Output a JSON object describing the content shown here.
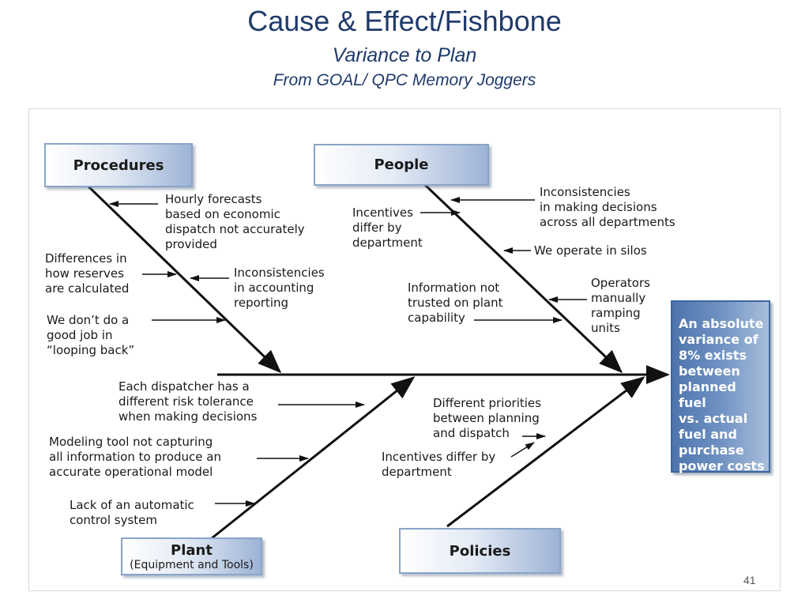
{
  "header": {
    "title": "Cause & Effect/Fishbone",
    "subtitle": "Variance to Plan",
    "source": "From GOAL/  QPC Memory Joggers"
  },
  "effect": "An absolute\nvariance of\n8% exists\nbetween\nplanned fuel\nvs. actual\nfuel and\npurchase\npower costs",
  "categories": {
    "procedures": {
      "label": "Procedures"
    },
    "people": {
      "label": "People"
    },
    "plant": {
      "label": "Plant",
      "sublabel": "(Equipment and Tools)"
    },
    "policies": {
      "label": "Policies"
    }
  },
  "causes": {
    "procedures": [
      "Hourly forecasts\nbased on economic\ndispatch not accurately\nprovided",
      "Differences in\nhow reserves\nare calculated",
      "Inconsistencies\nin accounting\nreporting",
      "We don’t do a\ngood job in\n“looping back”"
    ],
    "people": [
      "Incentives\ndiffer by\ndepartment",
      "Inconsistencies\nin making decisions\nacross all departments",
      "We operate in silos",
      "Information not\ntrusted on plant\ncapability",
      "Operators\nmanually\nramping\nunits"
    ],
    "plant": [
      "Each dispatcher has a\ndifferent risk tolerance\nwhen making decisions",
      "Modeling tool not capturing\nall information to produce an\naccurate operational model",
      "Lack of an automatic\ncontrol system"
    ],
    "policies": [
      "Different priorities\nbetween planning\nand dispatch",
      "Incentives differ by\ndepartment"
    ]
  },
  "slide_number": "41",
  "colors": {
    "title": "#1f3a6b",
    "effect_fill": "#6f92c3",
    "category_border": "#8aa4c8"
  }
}
